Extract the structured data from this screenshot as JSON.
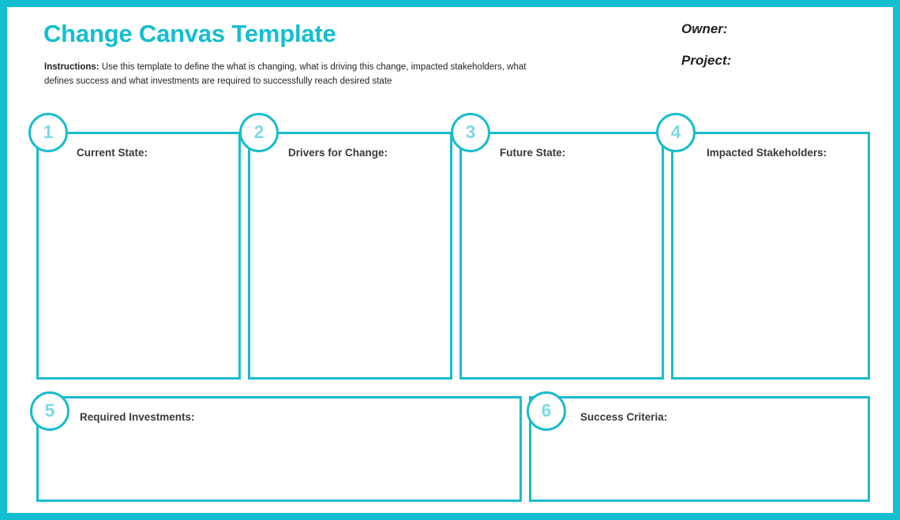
{
  "frame": {
    "border_color": "#13bfd1",
    "accent_color": "#19bcce",
    "title_color": "#14bed0",
    "number_color": "#7fd9e6",
    "label_color": "#3a3a3a"
  },
  "header": {
    "title": "Change Canvas Template",
    "instructions_lead": "Instructions:",
    "instructions_text": " Use this template to define the what is changing, what is driving this change, impacted stakeholders, what defines success and what investments are required to successfully reach desired state",
    "owner_label": "Owner:",
    "project_label": "Project:"
  },
  "boxes": [
    {
      "number": "1",
      "label": "Current State:",
      "value": ""
    },
    {
      "number": "2",
      "label": "Drivers for Change:",
      "value": ""
    },
    {
      "number": "3",
      "label": "Future State:",
      "value": ""
    },
    {
      "number": "4",
      "label": "Impacted Stakeholders:",
      "value": ""
    },
    {
      "number": "5",
      "label": "Required Investments:",
      "value": ""
    },
    {
      "number": "6",
      "label": "Success Criteria:",
      "value": ""
    }
  ]
}
